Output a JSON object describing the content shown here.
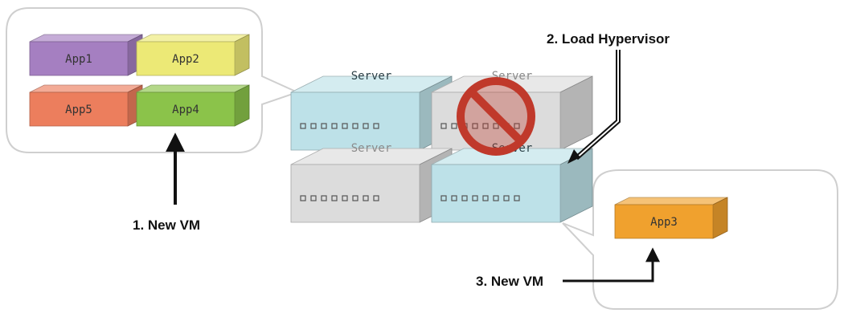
{
  "apps": {
    "app1": {
      "label": "App1",
      "color": "#a57fc1"
    },
    "app2": {
      "label": "App2",
      "color": "#ece976"
    },
    "app5": {
      "label": "App5",
      "color": "#ec7e5d"
    },
    "app4": {
      "label": "App4",
      "color": "#8bc34a"
    },
    "app3": {
      "label": "App3",
      "color": "#f0a12e"
    }
  },
  "servers": {
    "s1": {
      "label": "Server",
      "state": "active"
    },
    "s2": {
      "label": "Server",
      "state": "blocked"
    },
    "s3": {
      "label": "Server",
      "state": "inactive"
    },
    "s4": {
      "label": "Server",
      "state": "active"
    }
  },
  "annotations": {
    "new_vm_1": "1. New VM",
    "load_hypervisor": "2. Load Hypervisor",
    "new_vm_3": "3. New VM"
  },
  "colors": {
    "server_active": "#bde1e8",
    "server_inactive": "#dcdcdc",
    "prohibit": "#c0392b"
  },
  "icons": {
    "prohibit": "no-entry-icon"
  }
}
